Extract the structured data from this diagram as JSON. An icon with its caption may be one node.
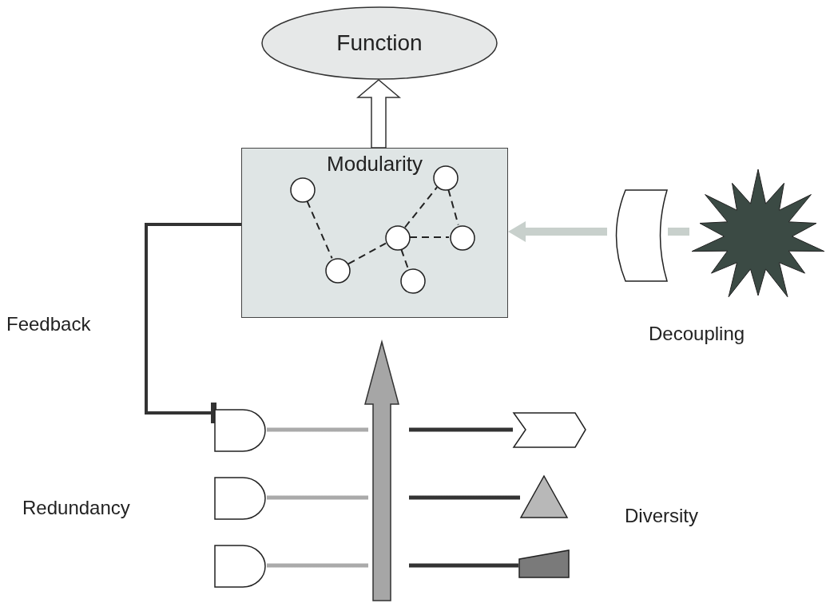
{
  "diagram": {
    "nodes": [
      {
        "text": [
          "Function"
        ]
      },
      {
        "text": [
          "Modularity"
        ]
      },
      {
        "text": [],
        "shape": "circle",
        "in": 1
      },
      {
        "text": [],
        "shape": "circle",
        "in": 1
      },
      {
        "text": [],
        "shape": "circle",
        "in": 1
      },
      {
        "text": [],
        "shape": "circle",
        "in": 1
      },
      {
        "text": [],
        "shape": "circle",
        "in": 1
      },
      {
        "text": [],
        "shape": "circle",
        "in": 1
      },
      {
        "text": [],
        "shape": "shield"
      },
      {
        "text": [],
        "shape": "star"
      },
      {
        "text": [],
        "shape": "gate"
      },
      {
        "text": [],
        "shape": "gate"
      },
      {
        "text": [],
        "shape": "gate"
      },
      {
        "text": [],
        "shape": "chevron"
      },
      {
        "text": [],
        "shape": "triangle"
      },
      {
        "text": [],
        "shape": "trapezoid"
      }
    ],
    "edges": [
      {
        "from": 1,
        "to": 0,
        "arrow": "to",
        "style": "thick"
      },
      {
        "from": 2,
        "to": 6,
        "arrow": "none",
        "style": "dashed"
      },
      {
        "from": 6,
        "to": 4,
        "arrow": "none",
        "style": "dashed"
      },
      {
        "from": 4,
        "to": 3,
        "arrow": "none",
        "style": "dashed"
      },
      {
        "from": 3,
        "to": 5,
        "arrow": "none",
        "style": "dashed"
      },
      {
        "from": 4,
        "to": 5,
        "arrow": "none",
        "style": "dashed"
      },
      {
        "from": 4,
        "to": 7,
        "arrow": "none",
        "style": "dashed"
      },
      {
        "from": 1,
        "to": 10,
        "arrow": "other",
        "style": "thick"
      },
      {
        "from": 9,
        "to": 8,
        "arrow": "none",
        "style": "thick",
        "color": "#c8d0cc"
      },
      {
        "from": 8,
        "to": 1,
        "arrow": "to",
        "style": "thick",
        "color": "#c8d0cc"
      },
      {
        "from": null,
        "to": 1,
        "arrow": "to",
        "style": "thick",
        "color": "#a6a6a6"
      },
      {
        "from": 10,
        "to": 13,
        "arrow": "none"
      },
      {
        "from": 11,
        "to": 14,
        "arrow": "none"
      },
      {
        "from": 12,
        "to": 15,
        "arrow": "none"
      }
    ],
    "labels": [
      "Feedback",
      "Decoupling",
      "Redundancy",
      "Diversity"
    ]
  }
}
